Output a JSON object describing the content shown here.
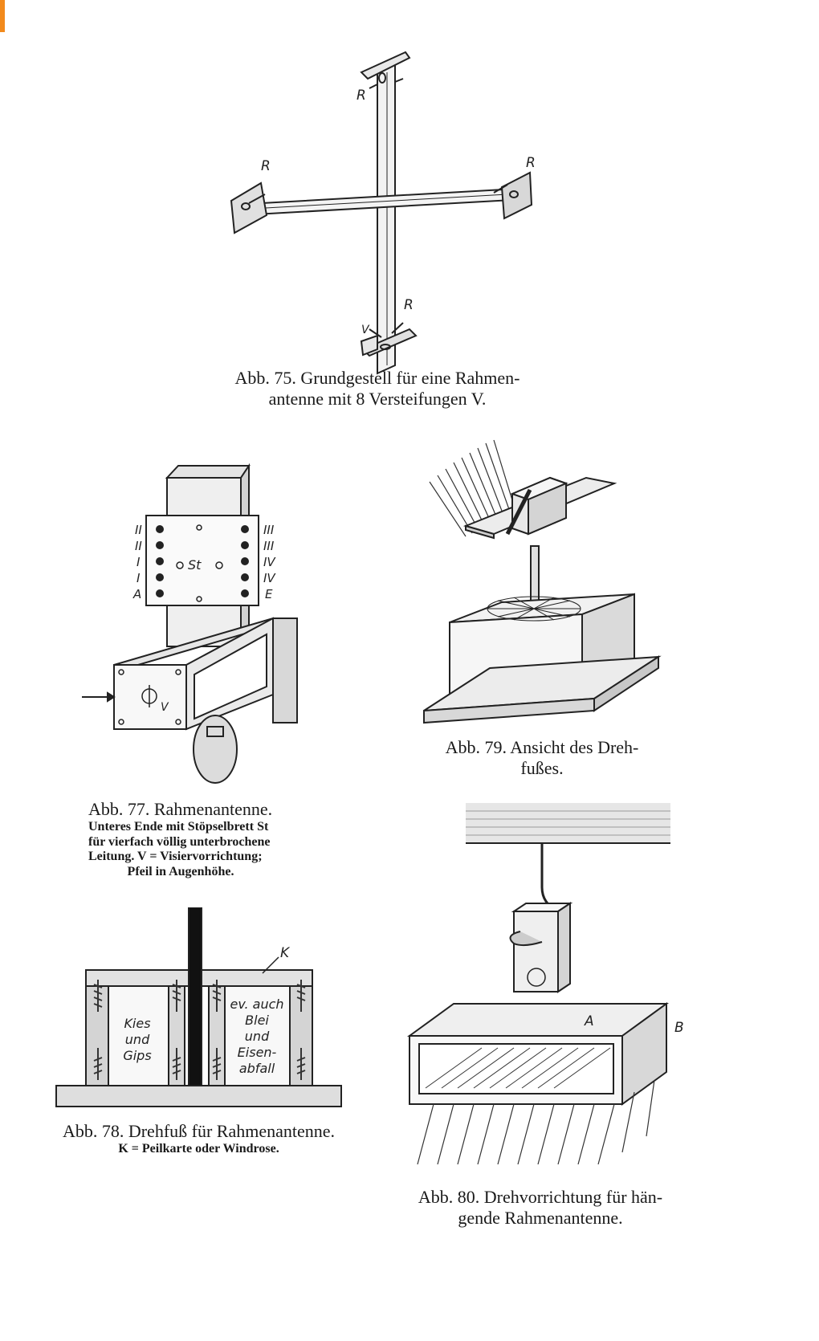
{
  "figures": {
    "fig75": {
      "caption_line1": "Abb. 75. Grundgestell für eine Rahmen-",
      "caption_line2": "antenne mit 8 Versteifungen V.",
      "labels": {
        "r": "R",
        "v": "V"
      }
    },
    "fig77": {
      "caption_title": "Abb. 77. Rahmenantenne.",
      "caption_sub1": "Unteres Ende mit Stöpselbrett St",
      "caption_sub2": "für vierfach völlig unterbrochene",
      "caption_sub3": "Leitung. V = Visiervorrichtung;",
      "caption_sub4": "Pfeil in Augenhöhe.",
      "labels": {
        "st": "St",
        "v": "V",
        "left1": "II",
        "left2": "II",
        "left3": "I",
        "left4": "I",
        "left5": "A",
        "right1": "III",
        "right2": "III",
        "right3": "IV",
        "right4": "IV",
        "right5": "E"
      }
    },
    "fig78": {
      "caption_title": "Abb. 78. Drehfuß für Rahmenantenne.",
      "caption_sub": "K = Peilkarte oder Windrose.",
      "labels": {
        "k": "K",
        "left1": "Kies",
        "left2": "und",
        "left3": "Gips",
        "right1": "ev. auch",
        "right2": "Blei",
        "right3": "und",
        "right4": "Eisen-",
        "right5": "abfall"
      }
    },
    "fig79": {
      "caption_line1": "Abb. 79. Ansicht des Dreh-",
      "caption_line2": "fußes."
    },
    "fig80": {
      "caption_line1": "Abb. 80. Drehvorrichtung für hän-",
      "caption_line2": "gende Rahmenantenne.",
      "labels": {
        "a": "A",
        "b_left": "B",
        "b_right": "B"
      }
    }
  }
}
